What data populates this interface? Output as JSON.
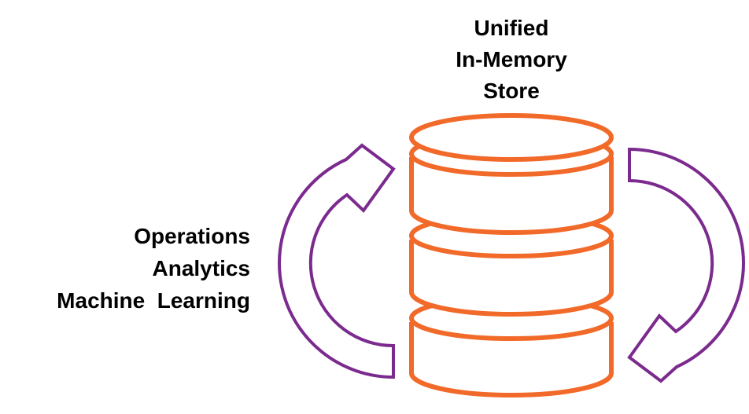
{
  "title_lines": [
    "Unified",
    "In-Memory",
    "Store"
  ],
  "workloads": [
    "Operations",
    "Analytics",
    "Machine  Learning"
  ],
  "colors": {
    "store": "#F26A2A",
    "cycle_arrows": "#7B2A8E",
    "text": "#000000"
  }
}
